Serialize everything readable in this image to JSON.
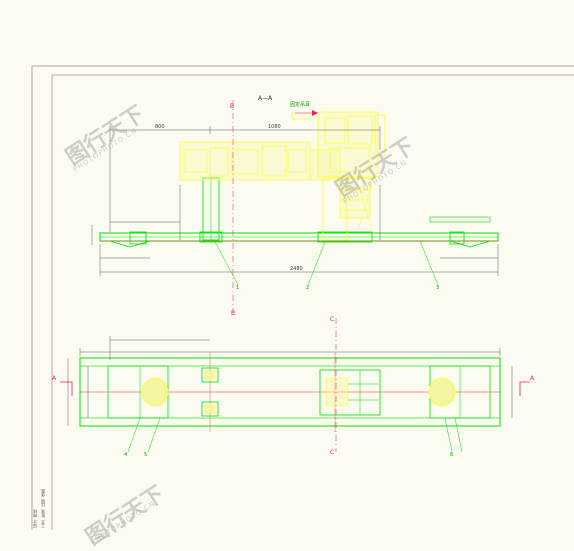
{
  "sheet": {
    "title_top": "A—A",
    "note_top": "固定吊耳",
    "section_marks": {
      "a_left": "A",
      "a_right": "A",
      "b_top": "B",
      "b_bottom": "B",
      "c_top": "C",
      "c_bottom": "C"
    },
    "callouts": {
      "c1": "1",
      "c2": "2",
      "c3": "3",
      "c4": "4",
      "c5": "5",
      "c6": "6"
    },
    "dims": {
      "top_overall": "1080",
      "bottom_overall": "2480",
      "left_span": "800"
    },
    "side_text": [
      "设计  审核",
      "工艺  批准  比例  张数"
    ]
  },
  "watermark": {
    "logo": "图行天下",
    "url": "PHOTOPHOTO.CN"
  },
  "colors": {
    "background": "#fbfbf0",
    "frame": "#c8a0a0",
    "structure": "#00e000",
    "equipment": "#ffff33",
    "dimension": "#3a3a3a",
    "centerline": "#ff3030",
    "section": "#e81a7a"
  }
}
